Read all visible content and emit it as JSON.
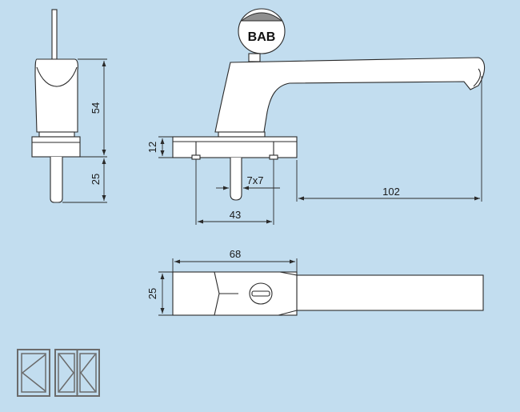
{
  "logo": {
    "text": "BAB"
  },
  "dimensions": {
    "side_height": "54",
    "side_spindle": "25",
    "base_thickness": "12",
    "spindle_square": "7x7",
    "handle_length": "102",
    "base_width": "43",
    "top_length": "68",
    "top_width": "25"
  },
  "colors": {
    "background": "#c2ddef",
    "line": "#2a2a2a",
    "part_fill": "#ffffff"
  },
  "icons": [
    "window-single-sash-icon",
    "window-double-sash-icon"
  ]
}
